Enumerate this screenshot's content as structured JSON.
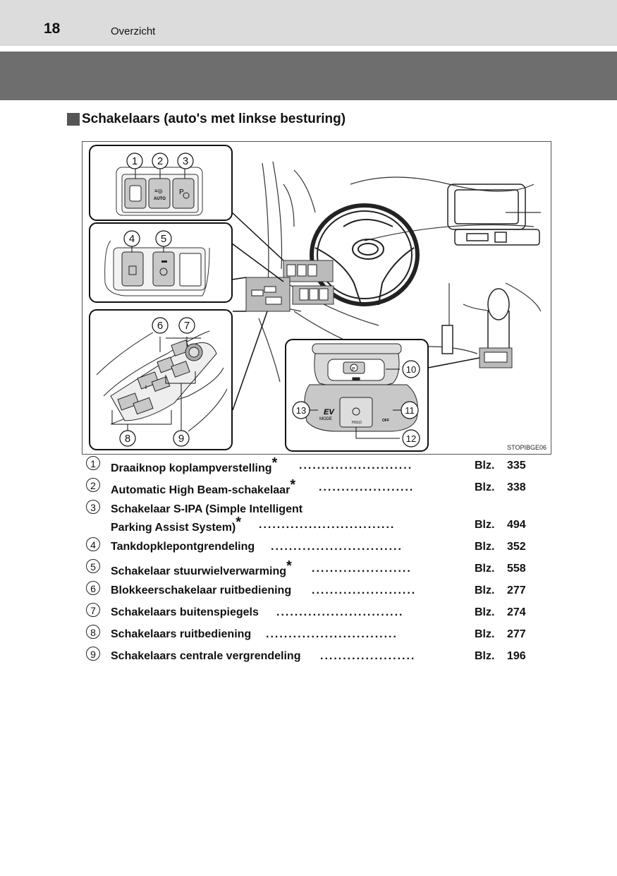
{
  "header": {
    "page_number": "18",
    "section": "Overzicht"
  },
  "heading": "Schakelaars (auto's met linkse besturing)",
  "figure": {
    "code": "STOPIBGE06",
    "callouts": [
      "1",
      "2",
      "3",
      "4",
      "5",
      "6",
      "7",
      "8",
      "9",
      "10",
      "11",
      "12",
      "13"
    ],
    "button_labels": {
      "auto": "AUTO",
      "ev": "EV",
      "mode": "MODE",
      "hold": "HOLD",
      "off": "OFF",
      "park": "P"
    }
  },
  "items": [
    {
      "num": "1",
      "text": "Draaiknop koplampverstelling",
      "asterisk": "*",
      "dots": ".........................",
      "blz": "Blz.",
      "page": "335"
    },
    {
      "num": "2",
      "text": "Automatic High Beam-schakelaar",
      "asterisk": "*",
      "dots": ".....................",
      "blz": "Blz.",
      "page": "338"
    },
    {
      "num": "3",
      "text": "Schakelaar S-IPA (Simple Intelligent",
      "text2": "Parking Assist System)",
      "asterisk": "*",
      "dots": "..............................",
      "blz": "Blz.",
      "page": "494"
    },
    {
      "num": "4",
      "text": "Tankdopklepontgrendeling",
      "asterisk": "",
      "dots": ".............................",
      "blz": "Blz.",
      "page": "352"
    },
    {
      "num": "5",
      "text": "Schakelaar stuurwielverwarming",
      "asterisk": "*",
      "dots": "......................",
      "blz": "Blz.",
      "page": "558"
    },
    {
      "num": "6",
      "text": "Blokkeerschakelaar ruitbediening",
      "asterisk": "",
      "dots": ".......................",
      "blz": "Blz.",
      "page": "277"
    },
    {
      "num": "7",
      "text": "Schakelaars buitenspiegels",
      "asterisk": "",
      "dots": "............................",
      "blz": "Blz.",
      "page": "274"
    },
    {
      "num": "8",
      "text": "Schakelaars ruitbediening",
      "asterisk": "",
      "dots": ".............................",
      "blz": "Blz.",
      "page": "277"
    },
    {
      "num": "9",
      "text": "Schakelaars centrale vergrendeling",
      "asterisk": "",
      "dots": ".....................",
      "blz": "Blz.",
      "page": "196"
    }
  ]
}
